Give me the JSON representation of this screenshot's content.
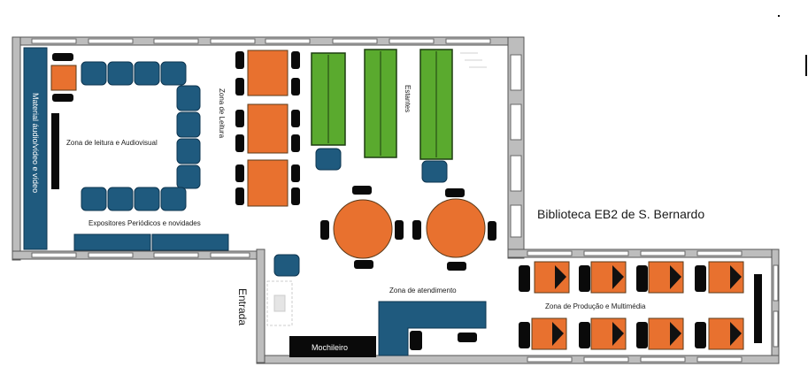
{
  "title": "Biblioteca EB2 de S. Bernardo",
  "labels": {
    "av_material": "Material áudio/vídeo e vídeo",
    "reading_av_zone": "Zona de leitura e Audiovisual",
    "reading_zone": "Zona de Leitura",
    "shelves": "Estantes",
    "periodicals": "Expositores Periódicos e novidades",
    "entrance": "Entrada",
    "service_zone": "Zona de atendimento",
    "backpacks": "Mochileiro",
    "production_zone": "Zona de Produção e Multimédia"
  },
  "colors": {
    "seating_blue": "#1f5a7e",
    "table_orange": "#e8712f",
    "shelf_green": "#5aaa2e",
    "wall_gray": "#bdbdbd",
    "chair_black": "#0a0a0a"
  }
}
